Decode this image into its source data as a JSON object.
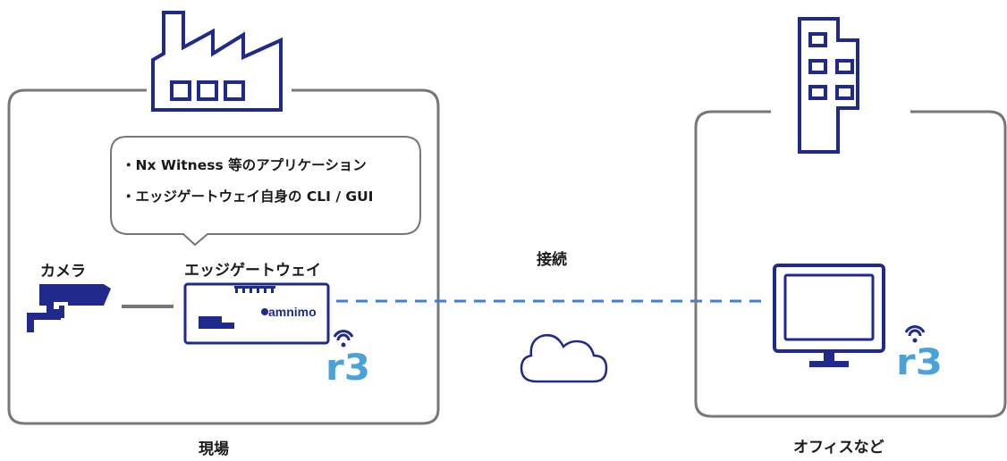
{
  "site": {
    "label": "現場",
    "bubble_lines": [
      "・Nx Witness 等のアプリケーション",
      "・エッジゲートウェイ自身の CLI / GUI"
    ],
    "camera_label": "カメラ",
    "gateway_label": "エッジゲートウェイ",
    "gateway_brand": "amnimo"
  },
  "connection": {
    "label": "接続"
  },
  "office": {
    "label": "オフィスなど"
  },
  "logo_text": "r3",
  "colors": {
    "navy": "#1f2a8c",
    "gray": "#777777",
    "accent_blue": "#3b7fd6",
    "logo_blue": "#4aa3d8"
  }
}
